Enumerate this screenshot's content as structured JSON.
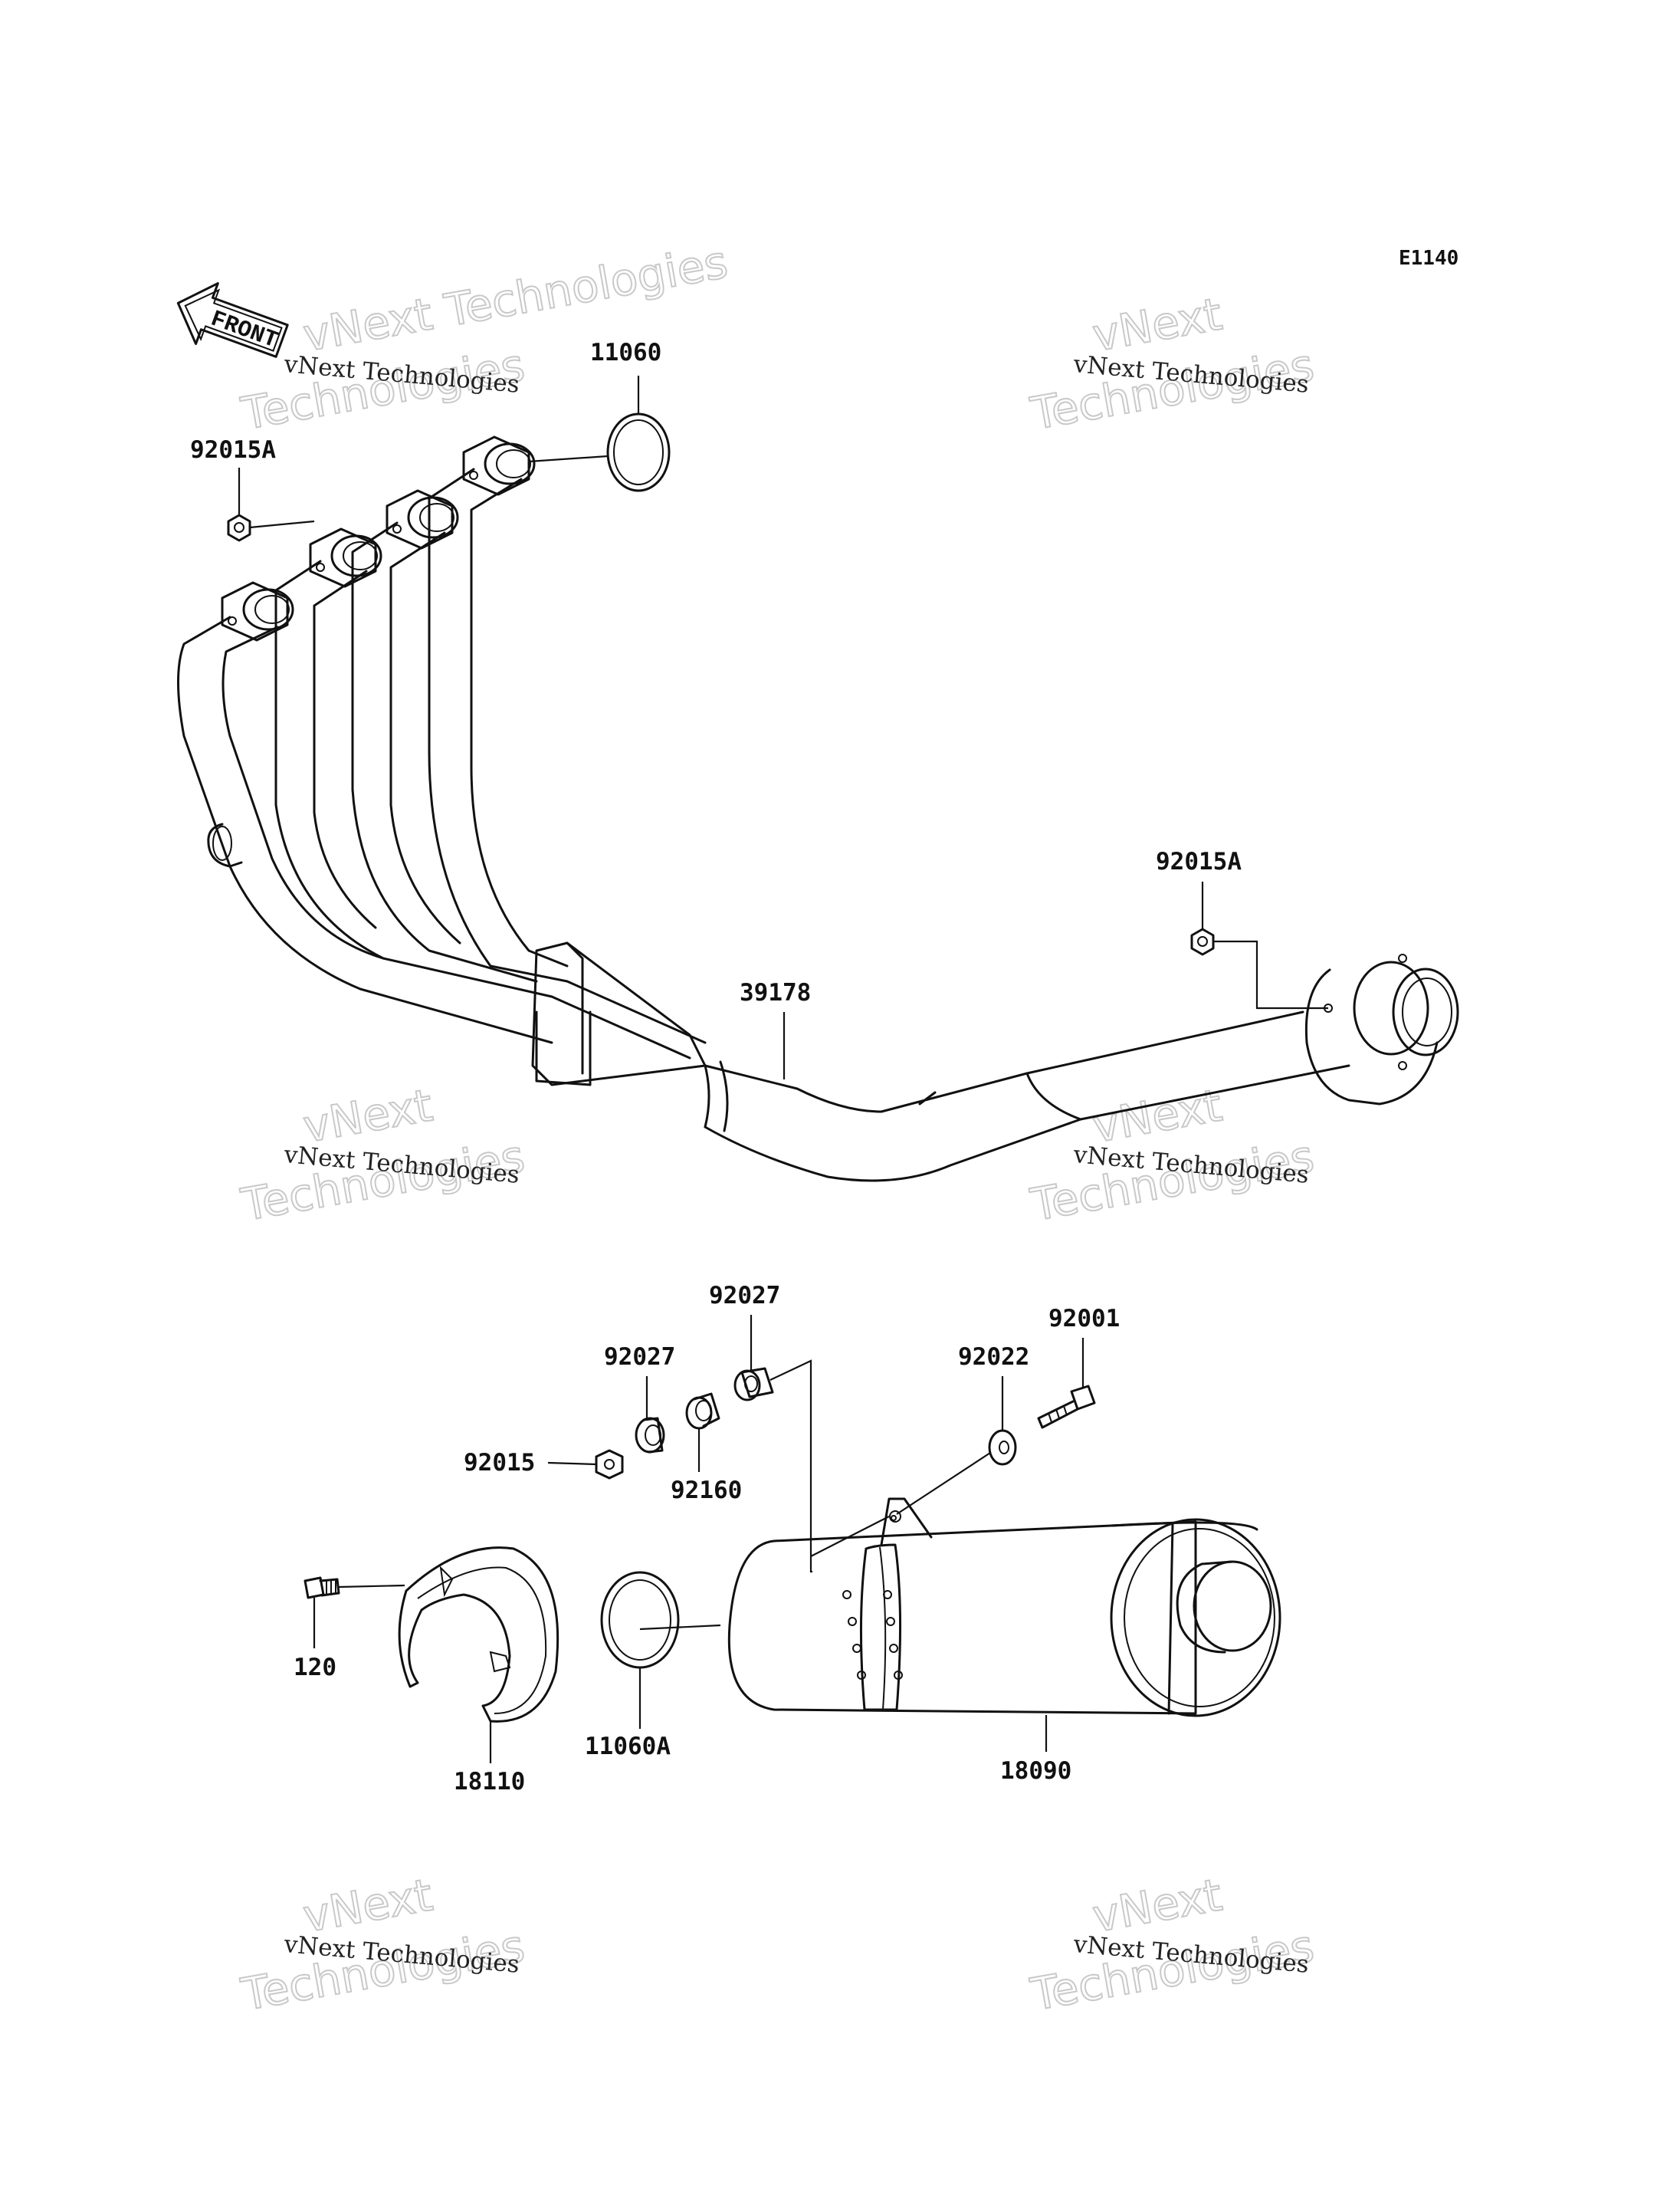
{
  "diagram_code": "E1140",
  "front_label": "FRONT",
  "watermark": {
    "big": "vNext Technologies",
    "small": "vNext Technologies"
  },
  "callouts": {
    "p11060": "11060",
    "p92015A_top": "92015A",
    "p92015A_right": "92015A",
    "p39178": "39178",
    "p92027_a": "92027",
    "p92027_b": "92027",
    "p92001": "92001",
    "p92022": "92022",
    "p92015": "92015",
    "p92160": "92160",
    "p120": "120",
    "p18110": "18110",
    "p11060A": "11060A",
    "p18090": "18090"
  }
}
